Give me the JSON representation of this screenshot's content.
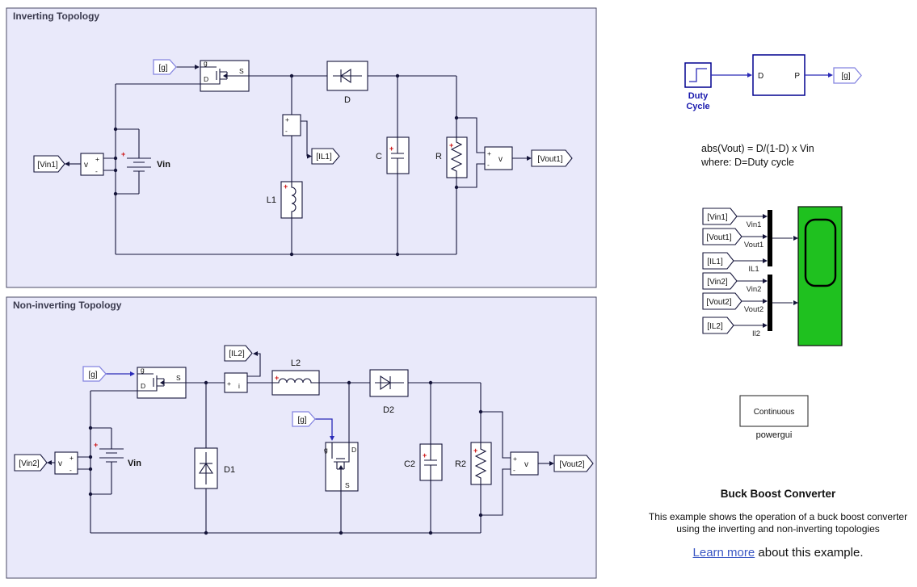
{
  "panels": {
    "inverting": {
      "title": "Inverting Topology"
    },
    "noninverting": {
      "title": "Non-inverting Topology"
    }
  },
  "sym": {
    "plus": "+",
    "minus": "-",
    "v": "v",
    "i": "i",
    "g": "g",
    "d": "D",
    "s": "S"
  },
  "inv": {
    "goto_g": "[g]",
    "il_tag": "[IL1]",
    "vin_tag": "[Vin1]",
    "vout_tag": "[Vout1]",
    "diode_label": "D",
    "ind_label": "L1",
    "cap_label": "C",
    "res_label": "R",
    "src_label": "Vin"
  },
  "non": {
    "goto_g": "[g]",
    "goto_g2": "[g]",
    "il_tag": "[IL2]",
    "vin_tag": "[Vin2]",
    "vout_tag": "[Vout2]",
    "d1_label": "D1",
    "d2_label": "D2",
    "ind_label": "L2",
    "cap_label": "C2",
    "res_label": "R2",
    "src_label": "Vin"
  },
  "right": {
    "duty_line1": "Duty",
    "duty_line2": "Cycle",
    "sub_in": "D",
    "sub_out": "P",
    "g_tag": "[g]",
    "scope_inputs": [
      {
        "tag": "[Vin1]",
        "label": "Vin1"
      },
      {
        "tag": "[Vout1]",
        "label": "Vout1"
      },
      {
        "tag": "[IL1]",
        "label": "IL1"
      },
      {
        "tag": "[Vin2]",
        "label": "Vin2"
      },
      {
        "tag": "[Vout2]",
        "label": "Vout2"
      },
      {
        "tag": "[IL2]",
        "label": "Il2"
      }
    ],
    "powergui_mode": "Continuous",
    "powergui_label": "powergui"
  },
  "text": {
    "eq1": "abs(Vout) = D/(1-D) x Vin",
    "eq2": "where: D=Duty cycle",
    "title": "Buck Boost Converter",
    "desc1": "This example shows the operation of a buck boost converter",
    "desc2": "using the inverting and non-inverting topologies",
    "learn_link": "Learn more",
    "learn_rest": " about this example."
  },
  "colors": {
    "wire": "#15153a",
    "blue": "#2a2ab8",
    "tag_blue_border": "#8585e0",
    "panel_bg": "#e9e9fa",
    "scope_green": "#1fc11f",
    "red": "#cc1111",
    "link": "#3a57c4"
  }
}
